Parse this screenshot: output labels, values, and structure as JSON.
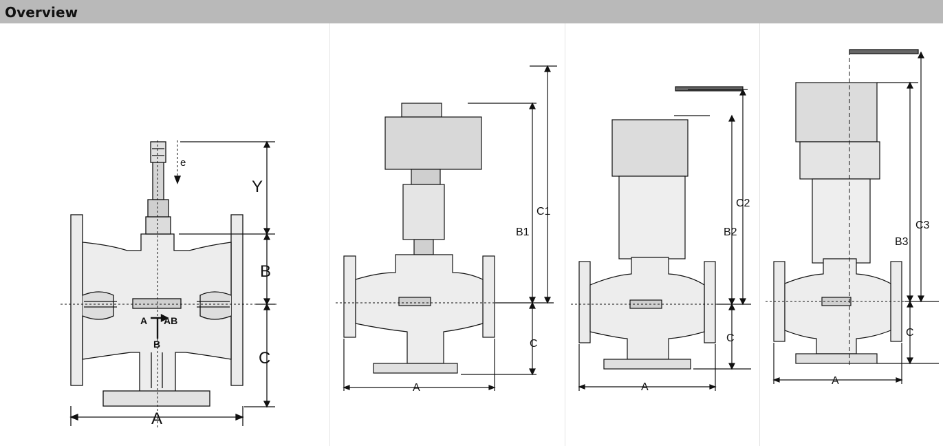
{
  "header": {
    "title": "Overview"
  },
  "colors": {
    "header_bg": "#b9b9b9",
    "line": "#111111",
    "body_fill": "#e6e6e6",
    "panel_divider": "#e3e3e3"
  },
  "panel1": {
    "label_e": "e",
    "label_y": "Y",
    "label_b": "B",
    "label_c": "C",
    "label_a": "A",
    "port_a": "A",
    "port_ab": "AB",
    "port_b": "B"
  },
  "panel2": {
    "label_c1": "C1",
    "label_b1": "B1",
    "label_c": "C",
    "label_a": "A"
  },
  "panel3": {
    "label_c2": "C2",
    "label_b2": "B2",
    "label_c": "C",
    "label_a": "A"
  },
  "panel4": {
    "label_c3": "C3",
    "label_b3": "B3",
    "label_c": "C",
    "label_a": "A"
  }
}
